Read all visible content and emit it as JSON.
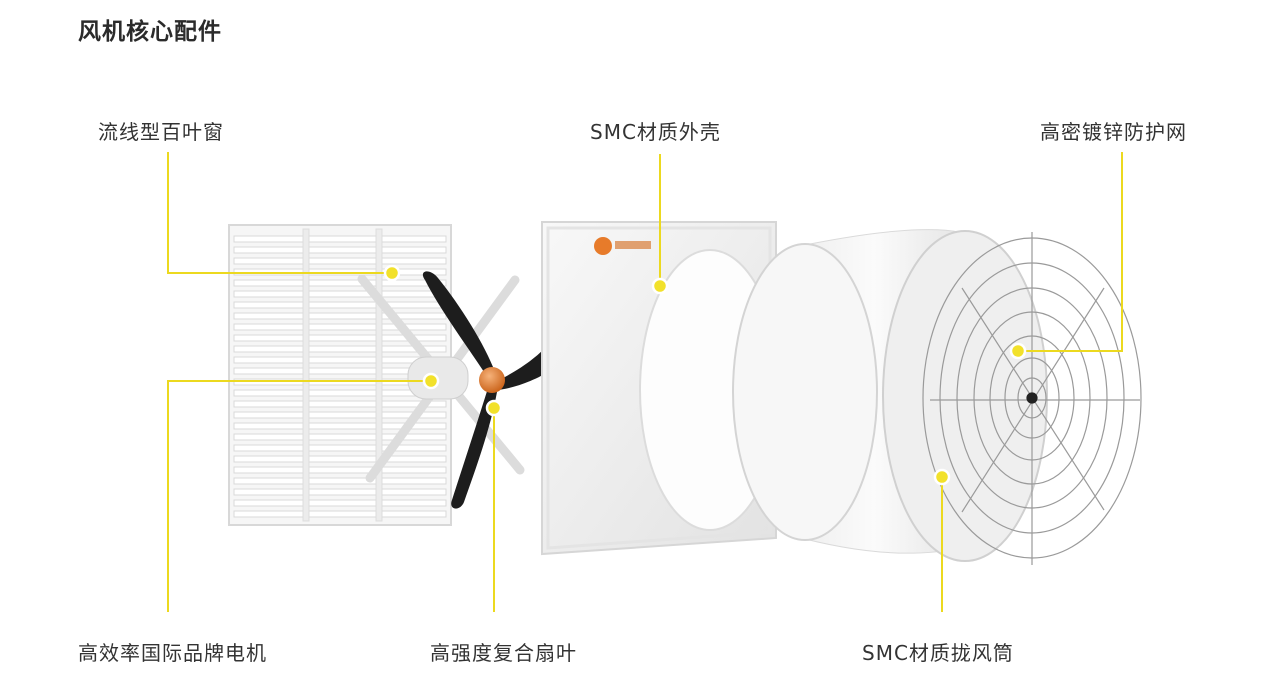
{
  "title": "风机核心配件",
  "labels": {
    "louver": "流线型百叶窗",
    "shell": "SMC材质外壳",
    "guard": "高密镀锌防护网",
    "motor": "高效率国际品牌电机",
    "blade": "高强度复合扇叶",
    "cone": "SMC材质拢风筒"
  },
  "colors": {
    "accent": "#f2e12b",
    "leader": "#ecd91f",
    "text": "#333333",
    "product_white": "#f4f4f4",
    "blade_black": "#1d1d1d",
    "hub_orange": "#e07a2a"
  }
}
